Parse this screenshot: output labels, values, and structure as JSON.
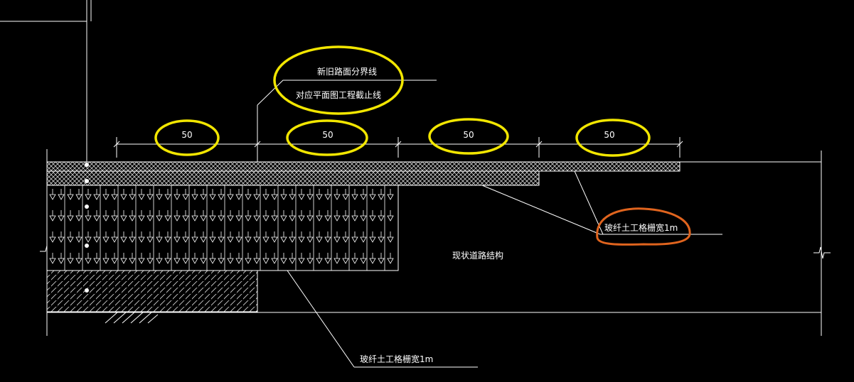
{
  "labels": {
    "boundary_line": "新旧路面分界线",
    "plan_end_line": "对应平面图工程截止线",
    "existing_structure": "现状道路结构",
    "geogrid_right": "玻纤土工格栅宽1m",
    "geogrid_bottom": "玻纤土工格栅宽1m"
  },
  "dimensions": [
    "50",
    "50",
    "50",
    "50"
  ],
  "colors": {
    "background": "#000000",
    "line": "#ffffff",
    "highlight_yellow": "#f2e600",
    "highlight_orange": "#e0641e"
  }
}
